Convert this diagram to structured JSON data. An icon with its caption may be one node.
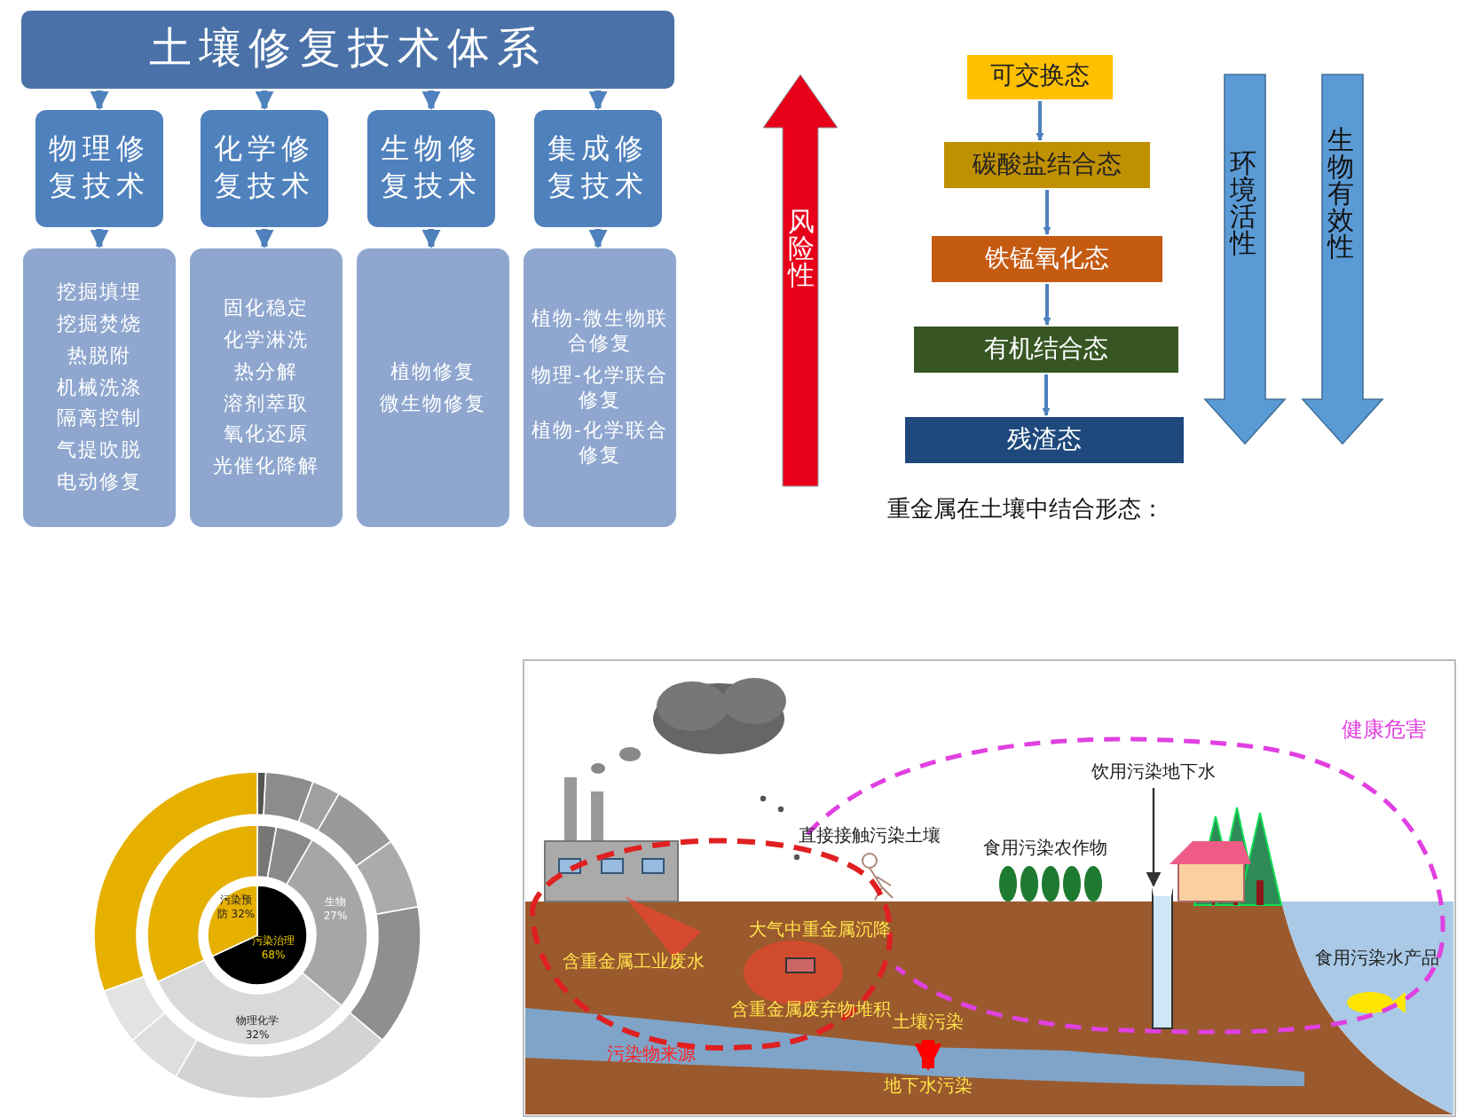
{
  "diagram": {
    "nodes": [
      {
        "text": [
          "土壤修复技术体系"
        ]
      },
      {
        "text": [
          "物理修复技术"
        ]
      },
      {
        "text": [
          "化学修复技术"
        ]
      },
      {
        "text": [
          "生物修复技术"
        ]
      },
      {
        "text": [
          "集成修复技术"
        ]
      },
      {
        "text": [
          "挖掘填埋",
          "挖掘焚烧",
          "热脱附",
          "机械洗涤",
          "隔离控制",
          "气提吹脱",
          "电动修复"
        ]
      },
      {
        "text": [
          "固化稳定",
          "化学淋洗",
          "热分解",
          "溶剂萃取",
          "氧化还原",
          "光催化降解"
        ]
      },
      {
        "text": [
          "植物修复",
          "微生物修复"
        ]
      },
      {
        "text": [
          "植物-微生物联合修复",
          "物理-化学联合修复",
          "植物-化学联合修复"
        ]
      },
      {
        "text": [
          "可交换态"
        ]
      },
      {
        "text": [
          "碳酸盐结合态"
        ]
      },
      {
        "text": [
          "铁锰氧化态"
        ]
      },
      {
        "text": [
          "有机结合态"
        ]
      },
      {
        "text": [
          "残渣态"
        ]
      },
      {
        "text": [
          "土壤污染"
        ]
      },
      {
        "text": [
          "地下水污染"
        ]
      },
      {
        "text": [
          "饮用污染地下水"
        ]
      },
      {
        "text": [],
        "shape": "picture"
      }
    ],
    "edges": [
      {
        "from": 0,
        "to": 1,
        "arrow": "to"
      },
      {
        "from": 0,
        "to": 2,
        "arrow": "to"
      },
      {
        "from": 0,
        "to": 3,
        "arrow": "to"
      },
      {
        "from": 0,
        "to": 4,
        "arrow": "to"
      },
      {
        "from": 1,
        "to": 5,
        "arrow": "to"
      },
      {
        "from": 2,
        "to": 6,
        "arrow": "to"
      },
      {
        "from": 3,
        "to": 7,
        "arrow": "to"
      },
      {
        "from": 4,
        "to": 8,
        "arrow": "to"
      },
      {
        "from": 9,
        "to": 10,
        "arrow": "to"
      },
      {
        "from": 10,
        "to": 11,
        "arrow": "to"
      },
      {
        "from": 11,
        "to": 12,
        "arrow": "to"
      },
      {
        "from": 12,
        "to": 13,
        "arrow": "to"
      },
      {
        "from": 14,
        "to": 15,
        "arrow": "to",
        "style": "thick",
        "color": "#ff0000"
      },
      {
        "from": 16,
        "to": 17,
        "arrow": "to",
        "color": "#333333"
      }
    ],
    "labels": [
      "风险性",
      "环境活性",
      "生物有效性",
      "重金属在土壤中结合形态：",
      "污染预防 32%",
      "生物 27%",
      "污染治理 68%",
      "物理化学 32%",
      "健康危害",
      "直接接触污染土壤",
      "食用污染农作物",
      "含重金属工业废水",
      "大气中重金属沉降",
      "含重金属废弃物堆积",
      "污染物来源",
      "食用污染水产品"
    ]
  }
}
